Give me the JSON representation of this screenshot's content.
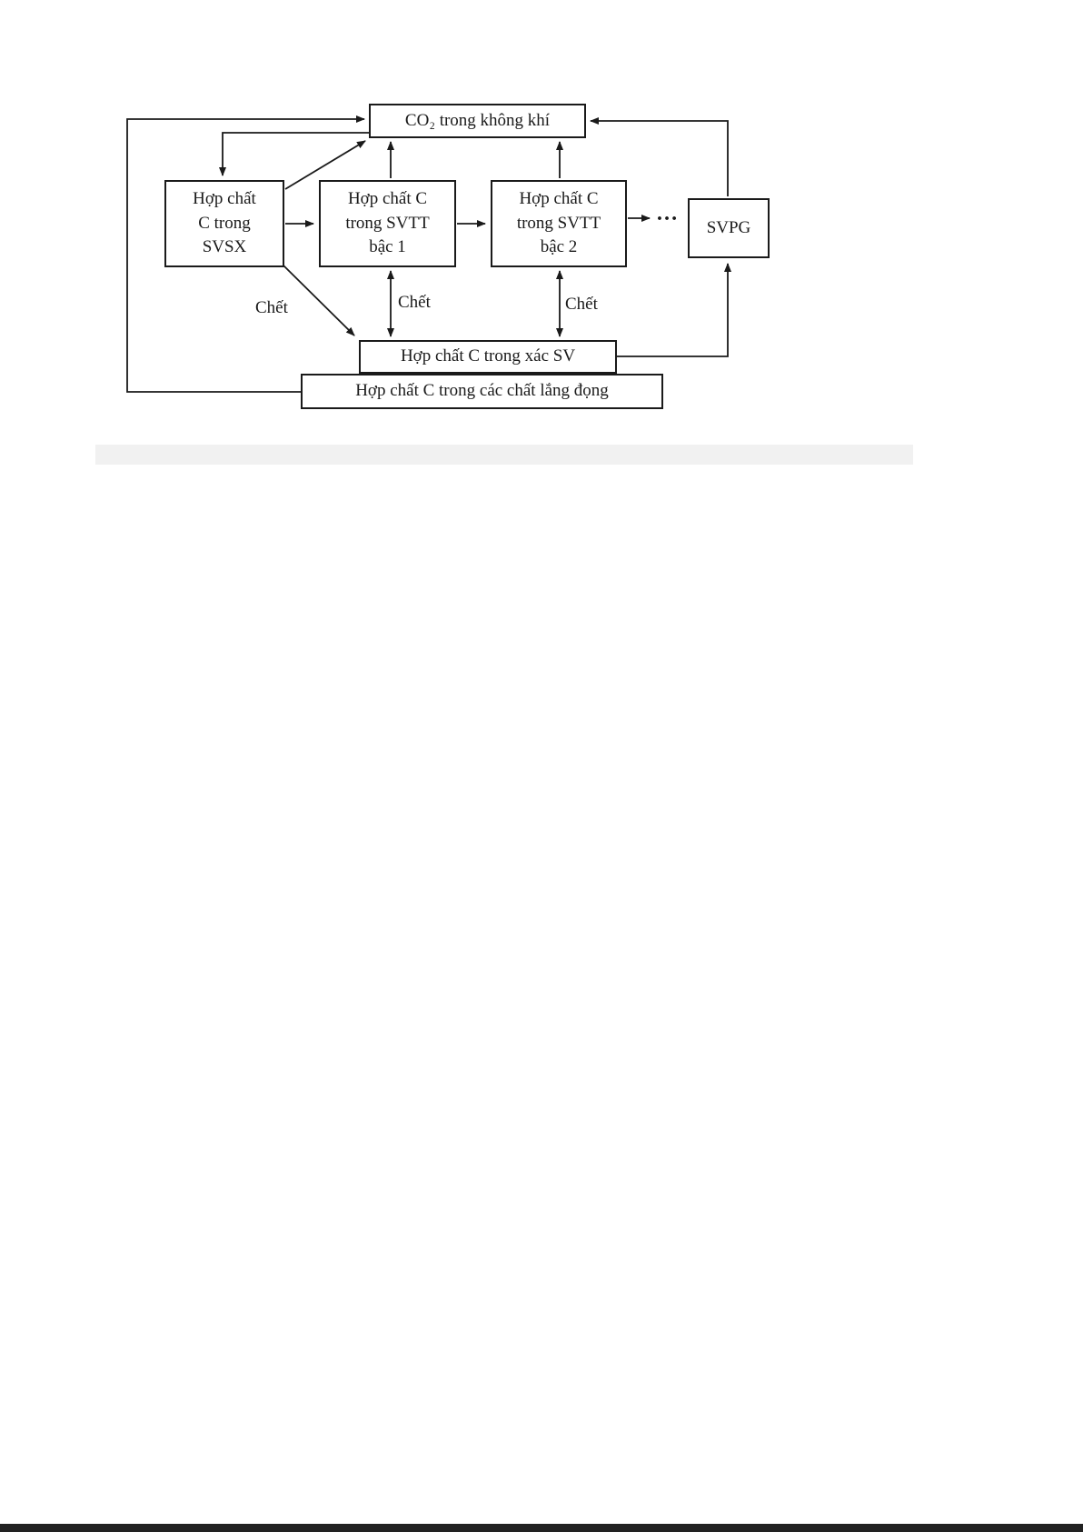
{
  "diagram": {
    "title_semantic": "Carbon cycle diagram (Vietnamese)",
    "boxes": {
      "co2": "CO₂ trong không khí",
      "svsx_l1": "Hợp chất",
      "svsx_l2": "C trong",
      "svsx_l3": "SVSX",
      "svtt1_l1": "Hợp chất C",
      "svtt1_l2": "trong SVTT",
      "svtt1_l3": "bậc 1",
      "svtt2_l1": "Hợp chất C",
      "svtt2_l2": "trong SVTT",
      "svtt2_l3": "bậc 2",
      "svpg": "SVPG",
      "xac_sv": "Hợp chất C trong xác SV",
      "lang_dong": "Hợp chất C trong các chất lắng đọng"
    },
    "labels": {
      "chet_svsx": "Chết",
      "chet_svtt1": "Chết",
      "chet_svtt2": "Chết",
      "dots": "…"
    },
    "colors": {
      "line": "#1a1a1a",
      "background": "#ffffff",
      "highlight_strip": "#f1f1f1",
      "bottom_bar": "#222222"
    }
  }
}
